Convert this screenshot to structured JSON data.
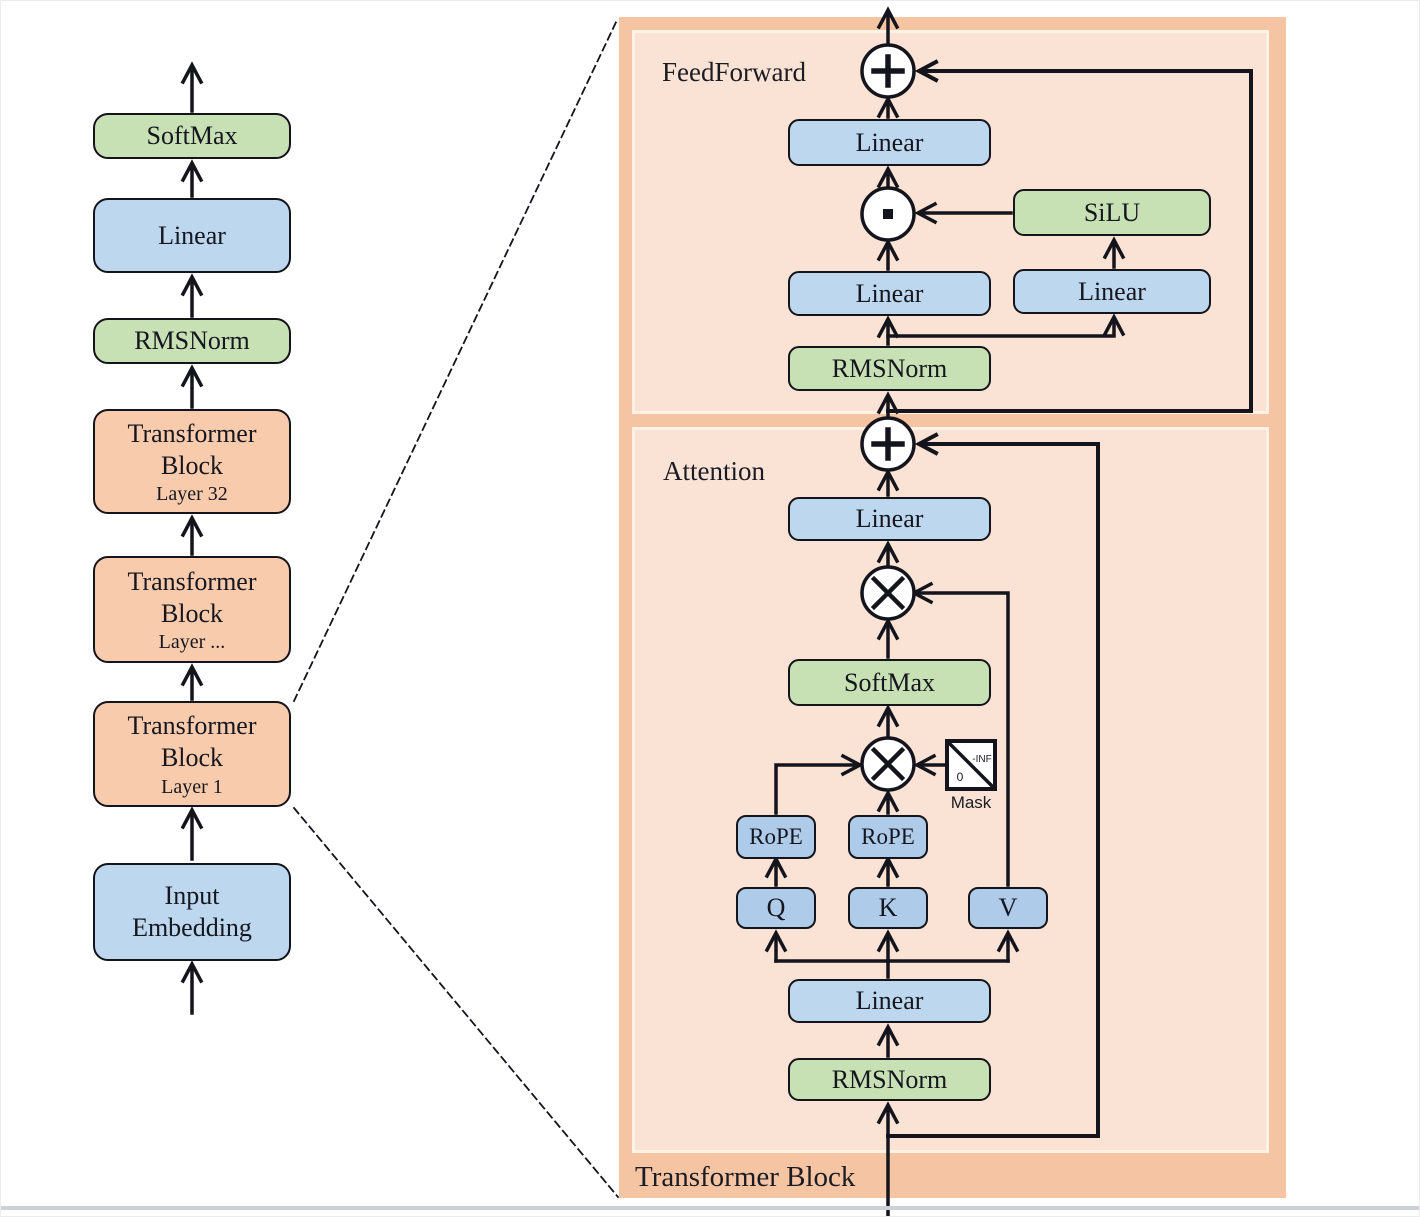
{
  "colors": {
    "box_blue": "#bdd7ee",
    "box_blue_small": "#aecbea",
    "box_green": "#c7e1b5",
    "box_orange": "#f8cbad",
    "panel_outer": "#f5c5a3",
    "panel_inner": "#fae3d4",
    "line": "#14141c"
  },
  "left_stack": {
    "softmax": "SoftMax",
    "linear": "Linear",
    "rmsnorm": "RMSNorm",
    "tb_line1": "Transformer",
    "tb_line2": "Block",
    "tb32_layer": "Layer 32",
    "tbmid_layer": "Layer ...",
    "tb1_layer": "Layer 1",
    "input_line1": "Input",
    "input_line2": "Embedding"
  },
  "panel": {
    "title": "Transformer Block",
    "feedforward_label": "FeedForward",
    "attention_label": "Attention",
    "linear": "Linear",
    "rmsnorm": "RMSNorm",
    "softmax": "SoftMax",
    "silu": "SiLU",
    "rope": "RoPE",
    "q": "Q",
    "k": "K",
    "v": "V",
    "mask_label": "Mask",
    "mask_neg": "-INF",
    "mask_zero": "0"
  }
}
